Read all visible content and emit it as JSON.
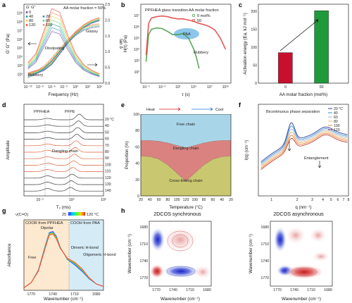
{
  "chart_data": [
    {
      "id": "a",
      "type": "line",
      "panel_label": "a",
      "xlabel": "Frequency (Hz)",
      "ylabel": "G' G'' (Pa)",
      "y2label": "tan δ",
      "xscale": "log",
      "yscale": "log",
      "xlim": [
        1e-13,
        10000000.0
      ],
      "ylim": [
        10,
        10000000000.0
      ],
      "y2lim": [
        0,
        2.5
      ],
      "xticks": [
        "10⁻¹²",
        "10⁻⁹",
        "10⁻⁶",
        "10⁻³",
        "10⁰",
        "10³",
        "10⁶"
      ],
      "yticks": [
        "10²",
        "10³",
        "10⁴",
        "10⁵",
        "10⁶",
        "10⁷",
        "10⁸",
        "10⁹"
      ],
      "y2ticks": [
        "0.0",
        "0.5",
        "1.0",
        "1.5",
        "2.0",
        "2.5"
      ],
      "legend_header": "G' G''",
      "legend": [
        "0",
        "20",
        "40",
        "60",
        "80",
        "100",
        "120"
      ],
      "legend_unit": "°C",
      "annotations": [
        "AA molar fraction = 50%",
        "Glassy",
        "Dissipating",
        "Rubbery"
      ],
      "series": [
        {
          "name": "G'",
          "x": [
            1e-12,
            1e-10,
            1e-08,
            1e-06,
            0.0001,
            0.01,
            1,
            100.0,
            10000.0,
            1000000.0
          ],
          "values": [
            100,
            180,
            400,
            2000,
            30000.0,
            500000.0,
            5000000.0,
            30000000.0,
            100000000.0,
            200000000.0
          ]
        },
        {
          "name": "G''",
          "x": [
            1e-12,
            1e-10,
            1e-08,
            1e-06,
            0.0001,
            0.01,
            1,
            100.0,
            10000.0,
            1000000.0
          ],
          "values": [
            60,
            150,
            600,
            5000,
            60000.0,
            600000.0,
            4000000.0,
            15000000.0,
            30000000.0,
            40000000.0
          ]
        },
        {
          "name": "tan δ",
          "axis": "y2",
          "x": [
            1e-12,
            1e-10,
            1e-08,
            1e-06,
            0.0001,
            0.01,
            1,
            100.0,
            10000.0,
            1000000.0
          ],
          "values": [
            0.55,
            0.8,
            1.4,
            2.0,
            1.9,
            1.3,
            0.8,
            0.5,
            0.35,
            0.25
          ]
        }
      ]
    },
    {
      "id": "b",
      "type": "line",
      "panel_label": "b",
      "xlabel": "τ (s)",
      "ylabel": "H(τ) (Pa)",
      "xscale": "log",
      "yscale": "log",
      "xlim": [
        1e-06,
        100000000000.0
      ],
      "ylim": [
        10,
        100000000.0
      ],
      "xticks": [
        "10⁻⁵",
        "10⁻²",
        "10¹",
        "10⁴",
        "10⁷",
        "10¹⁰"
      ],
      "yticks": [
        "10²",
        "10³",
        "10⁴",
        "10⁵",
        "10⁶",
        "10⁷"
      ],
      "legend_header": "AA molar fraction",
      "legend": [
        "0 mol%",
        "50"
      ],
      "annotations": [
        "PPFHEA glass transition",
        "PAA",
        "Rubbery"
      ],
      "series": [
        {
          "name": "0 mol%",
          "color": "#3c9a3c",
          "x": [
            1e-05,
            3e-05,
            0.0001,
            0.001,
            0.01,
            0.1,
            1,
            10,
            100,
            1000.0,
            10000.0,
            30000.0,
            100000.0
          ],
          "values": [
            800,
            200000.0,
            600000.0,
            800000.0,
            700000.0,
            400000.0,
            200000.0,
            200000.0,
            250000.0,
            100000.0,
            10000.0,
            2000.0,
            200
          ]
        },
        {
          "name": "50",
          "color": "#e03c3c",
          "x": [
            1e-05,
            3e-05,
            0.0001,
            0.001,
            0.01,
            0.1,
            1,
            10,
            100,
            1000.0,
            10000.0,
            100000.0,
            1000000.0,
            10000000.0,
            100000000.0,
            1000000000.0,
            10000000000.0
          ],
          "values": [
            3000.0,
            2000000.0,
            6000000.0,
            8000000.0,
            9000000.0,
            8000000.0,
            6000000.0,
            5000000.0,
            5000000.0,
            4000000.0,
            3000000.0,
            2000000.0,
            1500000.0,
            1000000.0,
            500000.0,
            100000.0,
            10000.0
          ]
        }
      ]
    },
    {
      "id": "c",
      "type": "bar",
      "panel_label": "c",
      "xlabel": "AA molar fraction (mol%)",
      "ylabel": "Activation energy (Ea, kJ mol⁻¹)",
      "ylim": [
        0,
        220
      ],
      "yticks": [
        "0",
        "50",
        "100",
        "150",
        "200"
      ],
      "categories": [
        "0",
        "50"
      ],
      "values": [
        85,
        202
      ],
      "colors": [
        "#c8102e",
        "#1f9a3b"
      ]
    },
    {
      "id": "d",
      "type": "line",
      "panel_label": "d",
      "xlabel": "T₂ (ms)",
      "ylabel": "Amplitude",
      "xscale": "log",
      "xlim": [
        0.001,
        100
      ],
      "xticks": [
        "10⁻²",
        "10⁰",
        "10²"
      ],
      "legend": [
        "20 °C",
        "40",
        "50",
        "60",
        "70",
        "80",
        "90",
        "100",
        "110",
        "120",
        "130",
        "140"
      ],
      "annotations": [
        "PPFHEA",
        "PFPE",
        "Dangling chain"
      ],
      "peak_positions_ms": {
        "PPFHEA": 0.03,
        "PFPE": 3
      }
    },
    {
      "id": "e",
      "type": "area",
      "panel_label": "e",
      "xlabel": "Temperature (°C)",
      "ylabel": "Proportion (%)",
      "xlim": [
        20,
        20
      ],
      "ylim": [
        0,
        100
      ],
      "xticks": [
        "20",
        "40",
        "60",
        "80",
        "100",
        "120",
        "100",
        "80",
        "60",
        "40",
        "20"
      ],
      "yticks": [
        "0",
        "20",
        "40",
        "60",
        "80",
        "100"
      ],
      "arrow_labels": [
        "Heat",
        "Cool"
      ],
      "x": [
        20,
        40,
        60,
        80,
        100,
        120,
        100,
        80,
        60,
        40,
        20
      ],
      "series": [
        {
          "name": "Cross-linking chain",
          "color": "#c9c870",
          "values": [
            49,
            48,
            45,
            38,
            28,
            18,
            28,
            38,
            45,
            48,
            49
          ]
        },
        {
          "name": "Dangling chain",
          "color": "#d9827f",
          "values": [
            19,
            20,
            22,
            27,
            34,
            41,
            34,
            27,
            22,
            20,
            19
          ]
        },
        {
          "name": "Free chain",
          "color": "#a9d5e8",
          "values": [
            32,
            32,
            33,
            35,
            38,
            41,
            38,
            35,
            33,
            32,
            32
          ]
        }
      ]
    },
    {
      "id": "f",
      "type": "line",
      "panel_label": "f",
      "xlabel": "q (nm⁻¹)",
      "ylabel": "I(q) (cm⁻¹)",
      "xscale": "log",
      "xlim": [
        0.7,
        8
      ],
      "xticks": [
        "1",
        "2",
        "3",
        "4",
        "5",
        "6",
        "7",
        "8"
      ],
      "legend": [
        "20 °C",
        "40",
        "60",
        "80",
        "100",
        "120"
      ],
      "annotations": [
        "Bicontinuous phase separation",
        "Entanglement"
      ],
      "peak_positions_nm-1": {
        "phase_separation": 1.7,
        "entanglement": 4.3
      }
    },
    {
      "id": "g",
      "type": "line",
      "panel_label": "g",
      "xlabel": "Wavenumber (cm⁻¹)",
      "ylabel": "Absorbance",
      "xlim": [
        1780,
        1670
      ],
      "xticks": [
        "1770",
        "1740",
        "1710",
        "1680"
      ],
      "title": "ν(C=O)",
      "colorbar": [
        "25",
        "120 °C"
      ],
      "regions": [
        "COOR from PPFHEA",
        "COOH from PAA"
      ],
      "annotations": [
        "Dipolar",
        "Free",
        "Dimeric H-bond",
        "Oligomeric H-bond"
      ],
      "x": [
        1780,
        1770,
        1760,
        1750,
        1745,
        1740,
        1735,
        1730,
        1720,
        1710,
        1700,
        1690,
        1680,
        1670
      ],
      "series": [
        {
          "name": "25",
          "values": [
            0.02,
            0.06,
            0.16,
            0.36,
            0.45,
            0.46,
            0.42,
            0.34,
            0.24,
            0.2,
            0.15,
            0.09,
            0.05,
            0.03
          ]
        },
        {
          "name": "120 °C",
          "values": [
            0.02,
            0.06,
            0.15,
            0.34,
            0.43,
            0.44,
            0.4,
            0.33,
            0.25,
            0.22,
            0.17,
            0.1,
            0.05,
            0.03
          ]
        }
      ]
    },
    {
      "id": "h1",
      "type": "heatmap",
      "panel_label": "h",
      "title": "2DCOS synchronous",
      "xlabel": "Wavenumber (cm⁻¹)",
      "ylabel": "Wavenumber (cm⁻¹)",
      "xticks": [
        "1770",
        "1740",
        "1710",
        "1680"
      ],
      "yticks": [
        "1680",
        "1710",
        "1740",
        "1770"
      ]
    },
    {
      "id": "h2",
      "type": "heatmap",
      "title": "2DCOS asynchronous",
      "xlabel": "Wavenumber (cm⁻¹)",
      "ylabel": "Wavenumber (cm⁻¹)",
      "xticks": [
        "1770",
        "1740",
        "1710",
        "1680"
      ],
      "yticks": [
        "1680",
        "1710",
        "1740",
        "1770"
      ]
    }
  ]
}
